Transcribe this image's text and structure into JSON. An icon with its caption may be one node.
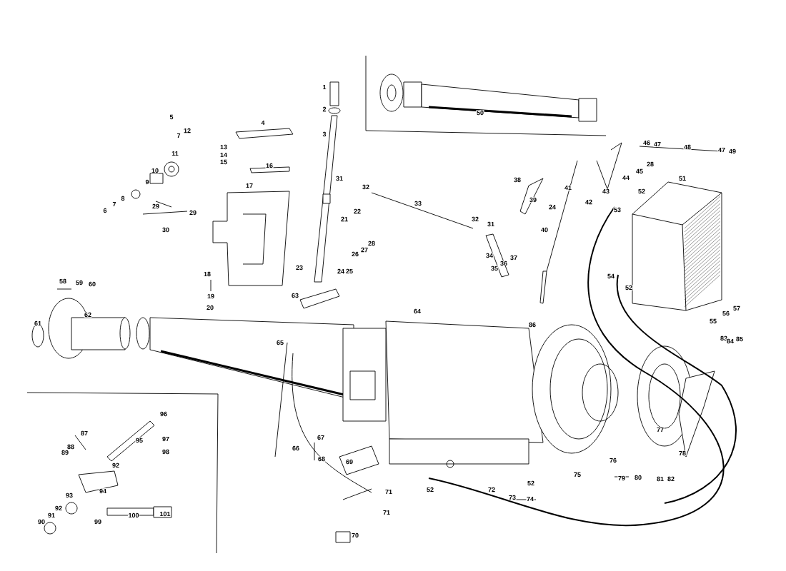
{
  "diagram": {
    "labels": [
      "1",
      "2",
      "5",
      "3",
      "4",
      "50",
      "46",
      "47",
      "48",
      "47",
      "49",
      "12",
      "7",
      "13",
      "14",
      "15",
      "11",
      "28",
      "45",
      "16",
      "44",
      "38",
      "51",
      "10",
      "31",
      "41",
      "43",
      "52",
      "9",
      "32",
      "39",
      "42",
      "17",
      "53",
      "8",
      "7",
      "29",
      "33",
      "6",
      "29",
      "24",
      "22",
      "32",
      "31",
      "30",
      "21",
      "40",
      "28",
      "34",
      "27",
      "26",
      "37",
      "36",
      "23",
      "35",
      "24",
      "25",
      "18",
      "54",
      "52",
      "58",
      "59",
      "60",
      "19",
      "63",
      "20",
      "61",
      "62",
      "64",
      "86",
      "55",
      "56",
      "57",
      "65",
      "83",
      "84",
      "85",
      "96",
      "87",
      "67",
      "95",
      "97",
      "89",
      "88",
      "98",
      "66",
      "77",
      "92",
      "68",
      "69",
      "78",
      "76",
      "52",
      "94",
      "75",
      "79",
      "80",
      "81",
      "82",
      "52",
      "93",
      "71",
      "72",
      "73",
      "74",
      "92",
      "91",
      "99",
      "100",
      "101",
      "90",
      "71",
      "70"
    ]
  }
}
